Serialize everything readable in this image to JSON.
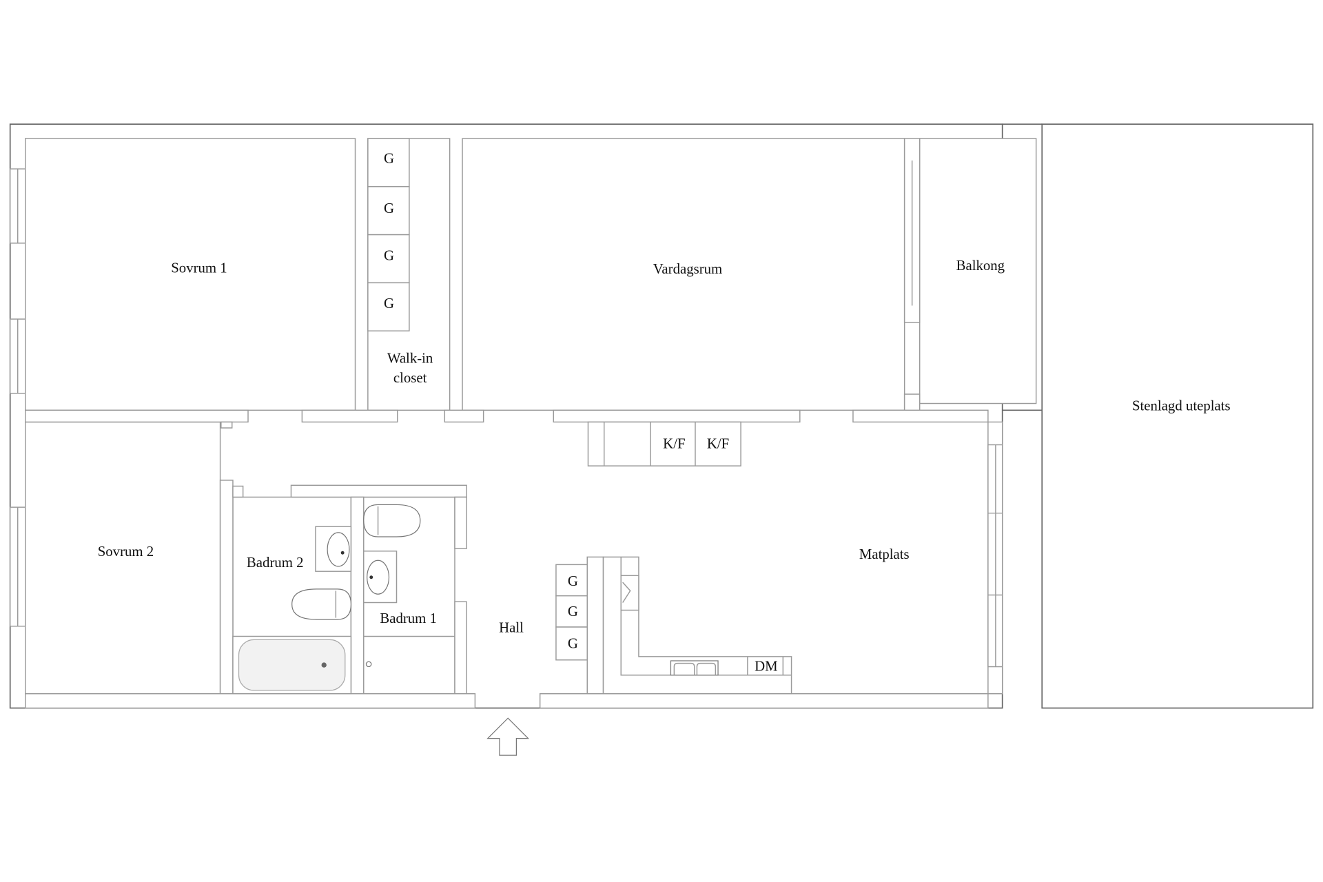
{
  "rooms": {
    "sovrum1": "Sovrum 1",
    "walkin_line1": "Walk-in",
    "walkin_line2": "closet",
    "vardagsrum": "Vardagsrum",
    "balkong": "Balkong",
    "stenlagd": "Stenlagd uteplats",
    "sovrum2": "Sovrum 2",
    "badrum2": "Badrum 2",
    "badrum1": "Badrum 1",
    "hall": "Hall",
    "matplats": "Matplats"
  },
  "fixtures": {
    "wardrobe": "G",
    "fridge_freezer": "K/F",
    "dishwasher": "DM"
  }
}
